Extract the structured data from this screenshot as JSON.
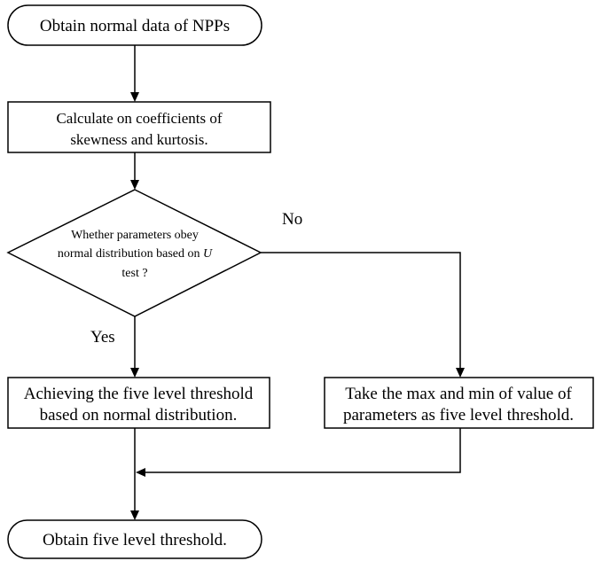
{
  "nodes": {
    "start": {
      "text": "Obtain normal data of NPPs"
    },
    "calc": {
      "line1": "Calculate on coefficients of",
      "line2": "skewness  and kurtosis."
    },
    "decision": {
      "line1": "Whether parameters obey",
      "line2_prefix": "normal distribution based on ",
      "line2_var": "U",
      "line3": "test ?"
    },
    "yes_box": {
      "line1": "Achieving the five level threshold",
      "line2": "based on normal distribution."
    },
    "no_box": {
      "line1": "Take the max and min of value of",
      "line2": "parameters as five level threshold."
    },
    "end": {
      "text": "Obtain five level threshold."
    }
  },
  "edge_labels": {
    "no": "No",
    "yes": "Yes"
  }
}
